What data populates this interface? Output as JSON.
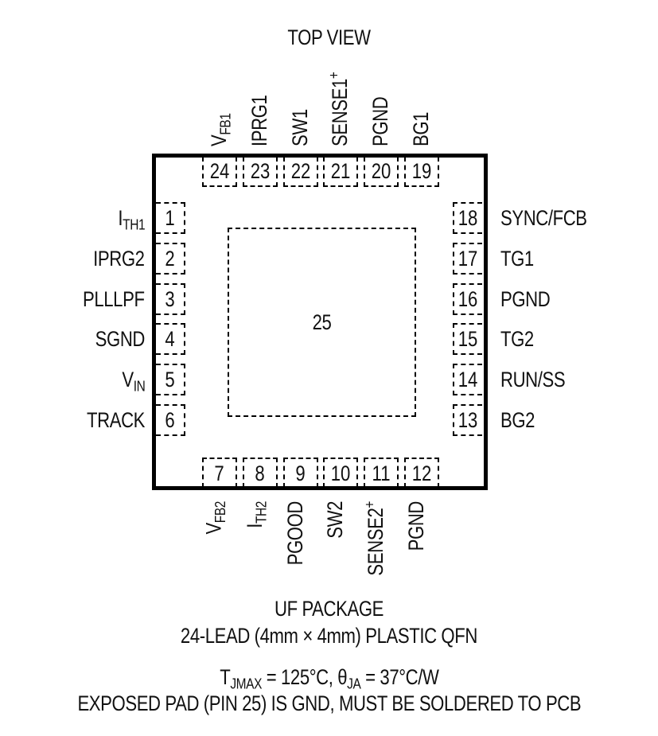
{
  "title": "TOP VIEW",
  "exposed_pad": {
    "number": "25"
  },
  "pins": {
    "top": [
      {
        "num": "24",
        "name": "V",
        "sub": "FB1",
        "sup": ""
      },
      {
        "num": "23",
        "name": "IPRG1",
        "sub": "",
        "sup": ""
      },
      {
        "num": "22",
        "name": "SW1",
        "sub": "",
        "sup": ""
      },
      {
        "num": "21",
        "name": "SENSE1",
        "sub": "",
        "sup": "+"
      },
      {
        "num": "20",
        "name": "PGND",
        "sub": "",
        "sup": ""
      },
      {
        "num": "19",
        "name": "BG1",
        "sub": "",
        "sup": ""
      }
    ],
    "left": [
      {
        "num": "1",
        "name": "I",
        "sub": "TH1"
      },
      {
        "num": "2",
        "name": "IPRG2",
        "sub": ""
      },
      {
        "num": "3",
        "name": "PLLLPF",
        "sub": ""
      },
      {
        "num": "4",
        "name": "SGND",
        "sub": ""
      },
      {
        "num": "5",
        "name": "V",
        "sub": "IN"
      },
      {
        "num": "6",
        "name": "TRACK",
        "sub": ""
      }
    ],
    "right": [
      {
        "num": "18",
        "name": "SYNC/FCB"
      },
      {
        "num": "17",
        "name": "TG1"
      },
      {
        "num": "16",
        "name": "PGND"
      },
      {
        "num": "15",
        "name": "TG2"
      },
      {
        "num": "14",
        "name": "RUN/SS"
      },
      {
        "num": "13",
        "name": "BG2"
      }
    ],
    "bottom": [
      {
        "num": "7",
        "name": "V",
        "sub": "FB2",
        "sup": ""
      },
      {
        "num": "8",
        "name": "I",
        "sub": "TH2",
        "sup": ""
      },
      {
        "num": "9",
        "name": "PGOOD",
        "sub": "",
        "sup": ""
      },
      {
        "num": "10",
        "name": "SW2",
        "sub": "",
        "sup": ""
      },
      {
        "num": "11",
        "name": "SENSE2",
        "sub": "",
        "sup": "+"
      },
      {
        "num": "12",
        "name": "PGND",
        "sub": "",
        "sup": ""
      }
    ]
  },
  "package": {
    "line1": "UF PACKAGE",
    "line2": "24-LEAD (4mm × 4mm) PLASTIC QFN"
  },
  "thermal": {
    "tj_symbol": "T",
    "tj_sub": "JMAX",
    "tj_value": " = 125°C, ",
    "theta_symbol": "θ",
    "theta_sub": "JA",
    "theta_value": " = 37°C/W"
  },
  "note": "EXPOSED PAD (PIN 25) IS GND, MUST BE SOLDERED TO PCB"
}
